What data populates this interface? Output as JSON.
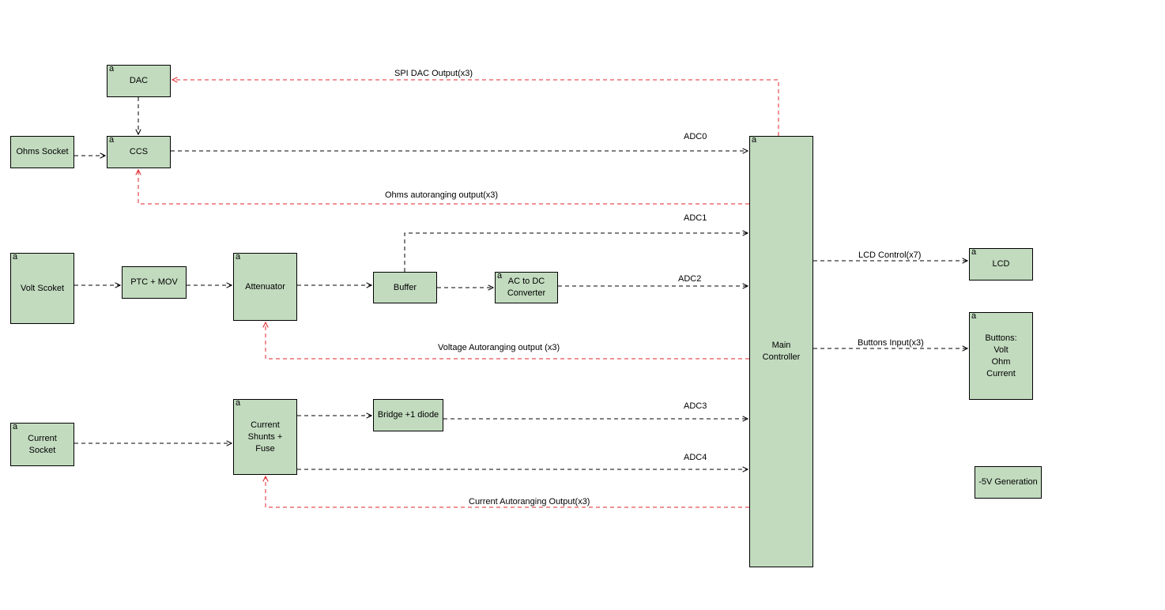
{
  "colors": {
    "block_fill": "#c2dbbf",
    "block_border": "#000000",
    "signal_wire": "#000000",
    "control_wire": "#e0262a"
  },
  "blocks": {
    "dac": {
      "label": "DAC",
      "marker": "a"
    },
    "ccs": {
      "label": "CCS",
      "marker": "a"
    },
    "ohms_socket": {
      "label": "Ohms Socket",
      "marker": ""
    },
    "volt_socket": {
      "label": "Volt Scoket",
      "marker": "a"
    },
    "ptc_mov": {
      "label": "PTC + MOV",
      "marker": ""
    },
    "attenuator": {
      "label": "Attenuator",
      "marker": "a"
    },
    "buffer": {
      "label": "Buffer",
      "marker": ""
    },
    "ac_dc_converter": {
      "label": "AC to DC\nConverter",
      "marker": "a"
    },
    "current_socket": {
      "label": "Current\nSocket",
      "marker": "a"
    },
    "current_shunts": {
      "label": "Current\nShunts +\nFuse",
      "marker": "a"
    },
    "bridge_diode": {
      "label": "Bridge +1 diode",
      "marker": ""
    },
    "main_controller": {
      "label": "Main\nController",
      "marker": "a"
    },
    "lcd": {
      "label": "LCD",
      "marker": "a"
    },
    "buttons": {
      "label": "Buttons:\nVolt\nOhm\nCurrent",
      "marker": "a"
    },
    "neg5v": {
      "label": "-5V Generation",
      "marker": ""
    }
  },
  "wires": {
    "spi_dac": "SPI DAC Output(x3)",
    "adc0": "ADC0",
    "ohms_autoranging": "Ohms autoranging output(x3)",
    "adc1": "ADC1",
    "adc2": "ADC2",
    "voltage_autoranging": "Voltage Autoranging output (x3)",
    "adc3": "ADC3",
    "adc4": "ADC4",
    "current_autoranging": "Current Autoranging Output(x3)",
    "lcd_control": "LCD Control(x7)",
    "buttons_input": "Buttons Input(x3)"
  }
}
